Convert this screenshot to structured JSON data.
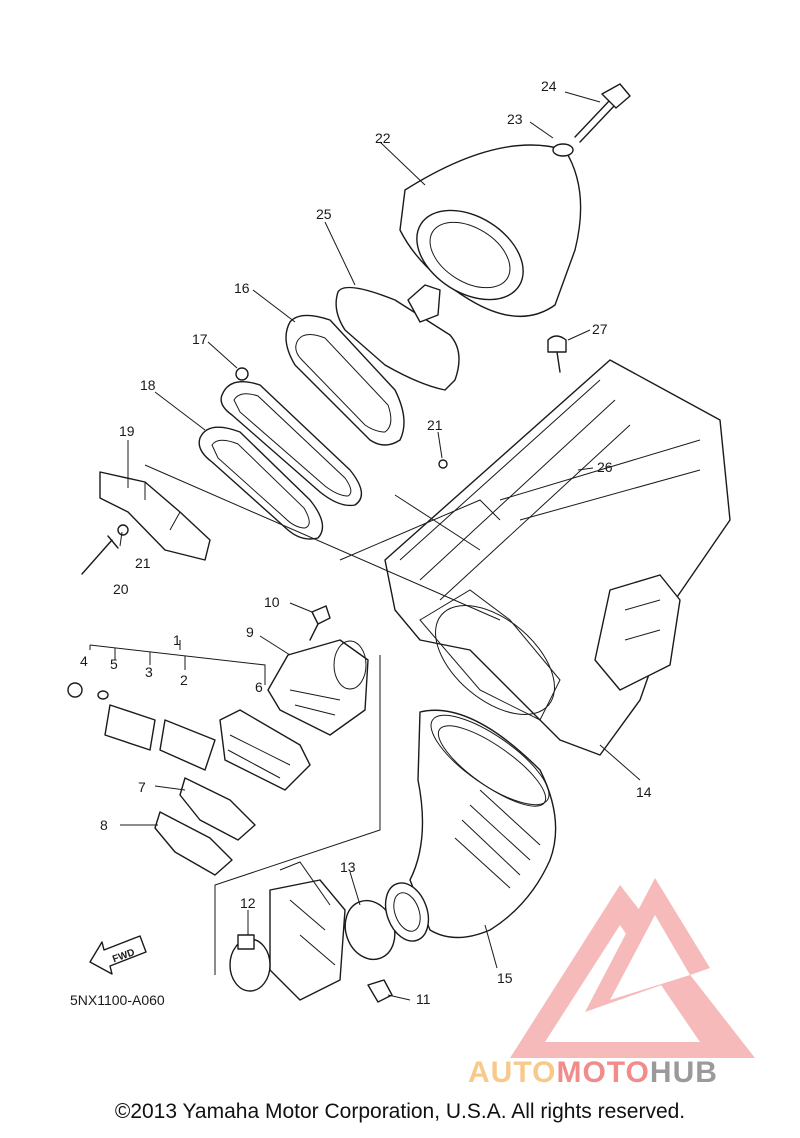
{
  "callouts": [
    {
      "label": "1"
    },
    {
      "label": "2"
    },
    {
      "label": "3"
    },
    {
      "label": "4"
    },
    {
      "label": "5"
    },
    {
      "label": "6"
    },
    {
      "label": "7"
    },
    {
      "label": "8"
    },
    {
      "label": "9"
    },
    {
      "label": "10"
    },
    {
      "label": "11"
    },
    {
      "label": "12"
    },
    {
      "label": "13"
    },
    {
      "label": "14"
    },
    {
      "label": "15"
    },
    {
      "label": "16"
    },
    {
      "label": "17"
    },
    {
      "label": "18"
    },
    {
      "label": "19"
    },
    {
      "label": "20"
    },
    {
      "label": "21"
    },
    {
      "label": "21"
    },
    {
      "label": "22"
    },
    {
      "label": "23"
    },
    {
      "label": "24"
    },
    {
      "label": "25"
    },
    {
      "label": "26"
    },
    {
      "label": "27"
    }
  ],
  "diagram_code": "5NX1100-A060",
  "fwd_label": "FWD",
  "copyright": "©2013 Yamaha Motor Corporation, U.S.A. All rights reserved.",
  "watermark": {
    "part1": "AUTO",
    "part2": "MOTO",
    "part3": "HUB"
  },
  "colors": {
    "line": "#1a1a1a",
    "logo": "#f28b8b",
    "logo_light": "#f7c98a",
    "logo_gray": "#9a9a9a"
  }
}
